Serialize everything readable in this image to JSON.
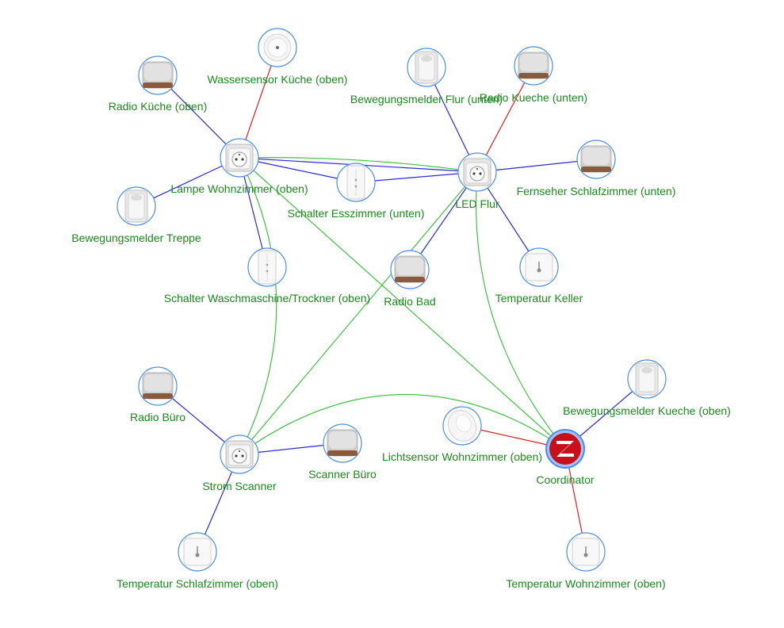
{
  "colors": {
    "label": "#1a8a1a",
    "node_border": "#4a8ee8",
    "link_strong": "#2a2ad8",
    "link_weak": "#e02020",
    "link_coordinator": "#40c040"
  },
  "nodes": [
    {
      "id": "lampe",
      "label": "Lampe Wohnzimmer (oben)",
      "icon": "smart-plug-icon"
    },
    {
      "id": "led",
      "label": "LED Flur",
      "icon": "smart-plug-icon"
    },
    {
      "id": "strom",
      "label": "Strom Scanner",
      "icon": "smart-plug-icon"
    },
    {
      "id": "coord",
      "label": "Coordinator",
      "icon": "zigbee-coordinator-icon"
    },
    {
      "id": "wasser",
      "label": "Wassersensor Küche (oben)",
      "icon": "water-sensor-icon"
    },
    {
      "id": "radiok",
      "label": "Radio Küche (oben)",
      "icon": "radio-icon"
    },
    {
      "id": "bewtreppe",
      "label": "Bewegungsmelder Treppe",
      "icon": "motion-sensor-icon"
    },
    {
      "id": "esszimmer",
      "label": "Schalter Esszimmer (unten)",
      "icon": "wall-switch-icon"
    },
    {
      "id": "wasch",
      "label": "Schalter Waschmaschine/Trockner (oben)",
      "icon": "wall-switch-icon"
    },
    {
      "id": "bewflur",
      "label": "Bewegungsmelder Flur (unten)",
      "icon": "motion-sensor-icon"
    },
    {
      "id": "radiokueche",
      "label": "Radio Kueche (unten)",
      "icon": "radio-icon"
    },
    {
      "id": "fernseher",
      "label": "Fernseher Schlafzimmer (unten)",
      "icon": "radio-icon"
    },
    {
      "id": "radiobad",
      "label": "Radio Bad",
      "icon": "radio-icon"
    },
    {
      "id": "tempkeller",
      "label": "Temperatur Keller",
      "icon": "temperature-sensor-icon"
    },
    {
      "id": "radiobuero",
      "label": "Radio Büro",
      "icon": "radio-icon"
    },
    {
      "id": "scanner",
      "label": "Scanner Büro",
      "icon": "radio-icon"
    },
    {
      "id": "tempschlaf",
      "label": "Temperatur Schlafzimmer (oben)",
      "icon": "temperature-sensor-icon"
    },
    {
      "id": "licht",
      "label": "Lichtsensor Wohnzimmer (oben)",
      "icon": "light-sensor-icon"
    },
    {
      "id": "bewkueche",
      "label": "Bewegungsmelder Kueche (oben)",
      "icon": "motion-sensor-icon"
    },
    {
      "id": "tempwohn",
      "label": "Temperatur Wohnzimmer (oben)",
      "icon": "temperature-sensor-icon"
    }
  ],
  "links": [
    {
      "from": "lampe",
      "to": "wasser",
      "kind": "weak"
    },
    {
      "from": "lampe",
      "to": "radiok",
      "kind": "strong"
    },
    {
      "from": "lampe",
      "to": "bewtreppe",
      "kind": "strong"
    },
    {
      "from": "lampe",
      "to": "esszimmer",
      "kind": "strong"
    },
    {
      "from": "lampe",
      "to": "wasch",
      "kind": "strong"
    },
    {
      "from": "lampe",
      "to": "led",
      "kind": "strong"
    },
    {
      "from": "led",
      "to": "esszimmer",
      "kind": "strong"
    },
    {
      "from": "led",
      "to": "bewflur",
      "kind": "strong"
    },
    {
      "from": "led",
      "to": "radiokueche",
      "kind": "weak"
    },
    {
      "from": "led",
      "to": "fernseher",
      "kind": "strong"
    },
    {
      "from": "led",
      "to": "radiobad",
      "kind": "strong"
    },
    {
      "from": "led",
      "to": "tempkeller",
      "kind": "strong"
    },
    {
      "from": "strom",
      "to": "radiobuero",
      "kind": "strong"
    },
    {
      "from": "strom",
      "to": "scanner",
      "kind": "strong"
    },
    {
      "from": "strom",
      "to": "tempschlaf",
      "kind": "strong"
    },
    {
      "from": "coord",
      "to": "licht",
      "kind": "weak"
    },
    {
      "from": "coord",
      "to": "bewkueche",
      "kind": "strong"
    },
    {
      "from": "coord",
      "to": "tempwohn",
      "kind": "weak"
    },
    {
      "from": "lampe",
      "to": "led",
      "kind": "coordinator",
      "bend": -0.04
    },
    {
      "from": "lampe",
      "to": "coord",
      "kind": "coordinator",
      "bend": 0
    },
    {
      "from": "lampe",
      "to": "strom",
      "kind": "coordinator",
      "bend": -0.25
    },
    {
      "from": "led",
      "to": "strom",
      "kind": "coordinator",
      "bend": 0
    },
    {
      "from": "led",
      "to": "coord",
      "kind": "coordinator",
      "bend": 0.2
    },
    {
      "from": "strom",
      "to": "coord",
      "kind": "coordinator",
      "bend": -0.35
    }
  ]
}
